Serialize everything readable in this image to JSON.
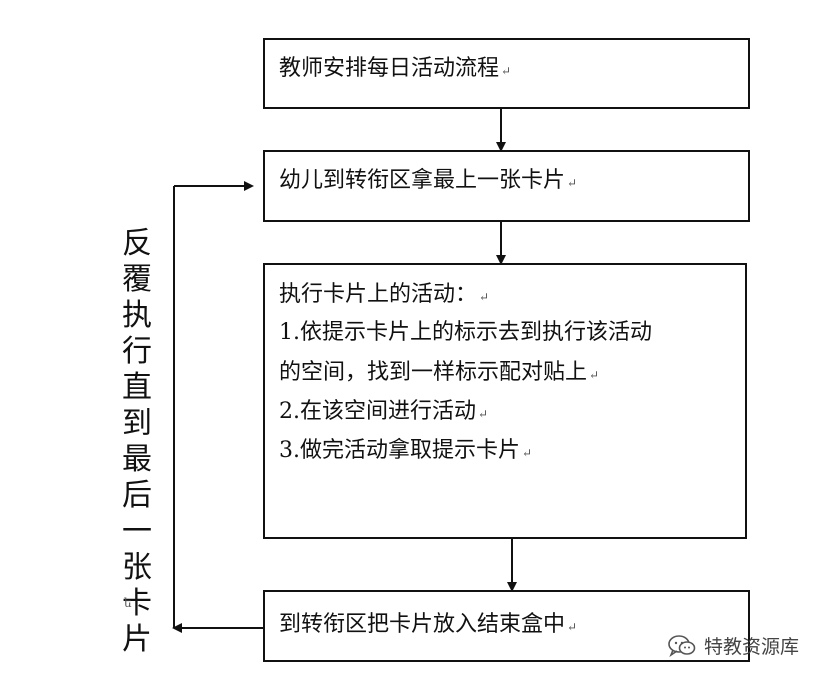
{
  "flow": {
    "step1": "教师安排每日活动流程",
    "step2": "幼儿到转衔区拿最上一张卡片",
    "step3": {
      "title": "执行卡片上的活动：",
      "item1_line1": "1.依提示卡片上的标示去到执行该活动",
      "item1_line2": "的空间，找到一样标示配对贴上",
      "item2": "2.在该空间进行活动",
      "item3": "3.做完活动拿取提示卡片"
    },
    "step4": "到转衔区把卡片放入结束盒中",
    "loop_label": "反覆执行直到最后一张卡片",
    "paragraph_mark": "↵",
    "side_mark": "ե"
  },
  "watermark": {
    "icon": "wechat-icon",
    "text": "特教资源库"
  }
}
